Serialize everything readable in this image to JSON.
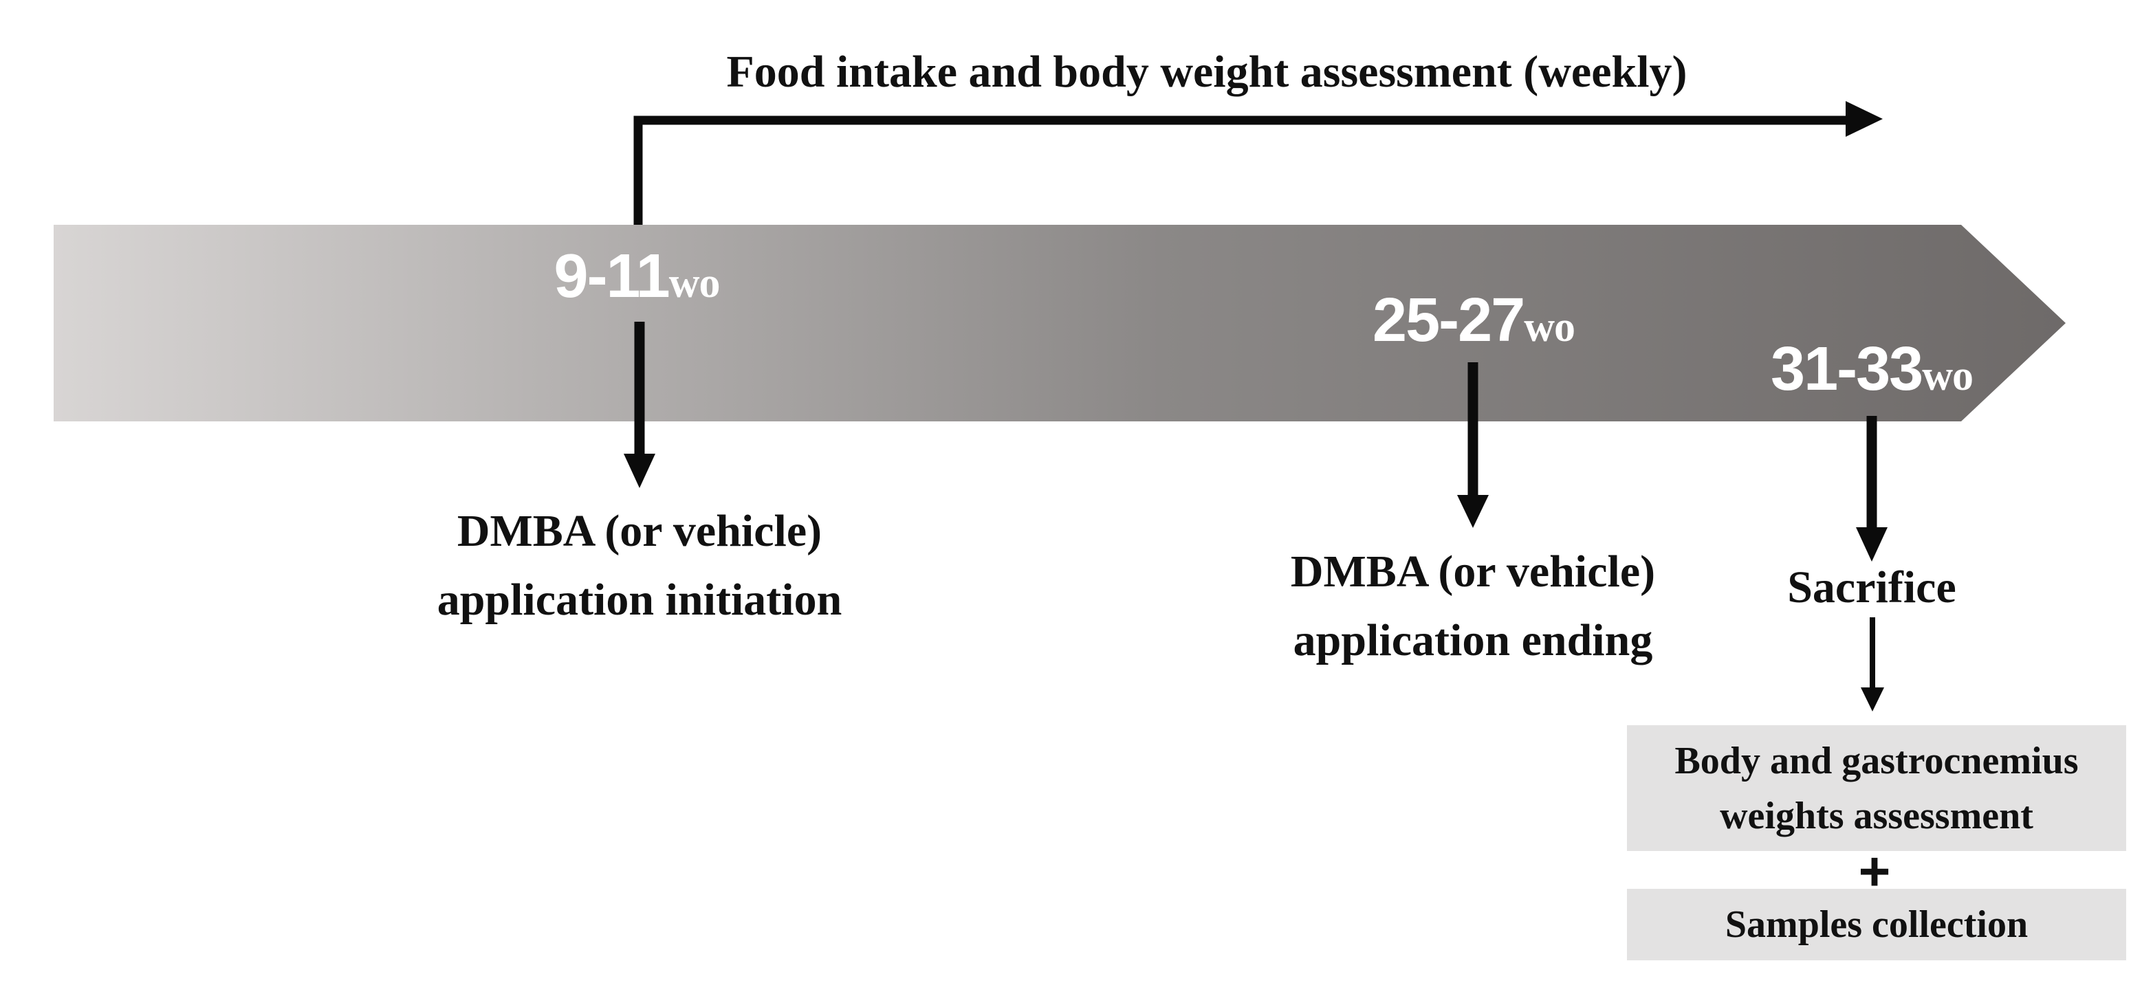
{
  "colors": {
    "band_gradient_left": "#d8d5d4",
    "band_gradient_mid": "#8b8887",
    "band_gradient_right": "#6e6a69",
    "arrow_black": "#0b0b0b",
    "box_background": "#e3e2e2",
    "band_label_white": "#ffffff"
  },
  "header": {
    "weekly_assessment_label": "Food intake and body weight assessment (weekly)"
  },
  "timeline": {
    "timepoints": [
      {
        "weeks": "9-11",
        "unit": "wo",
        "event_line1": "DMBA (or vehicle)",
        "event_line2": "application initiation"
      },
      {
        "weeks": "25-27",
        "unit": "wo",
        "event_line1": "DMBA (or vehicle)",
        "event_line2": "application ending"
      },
      {
        "weeks": "31-33",
        "unit": "wo",
        "event_line1": "Sacrifice"
      }
    ]
  },
  "sacrifice_outputs": {
    "box1_line1": "Body and gastrocnemius",
    "box1_line2": "weights assessment",
    "plus": "+",
    "box2_line1": "Samples collection"
  }
}
